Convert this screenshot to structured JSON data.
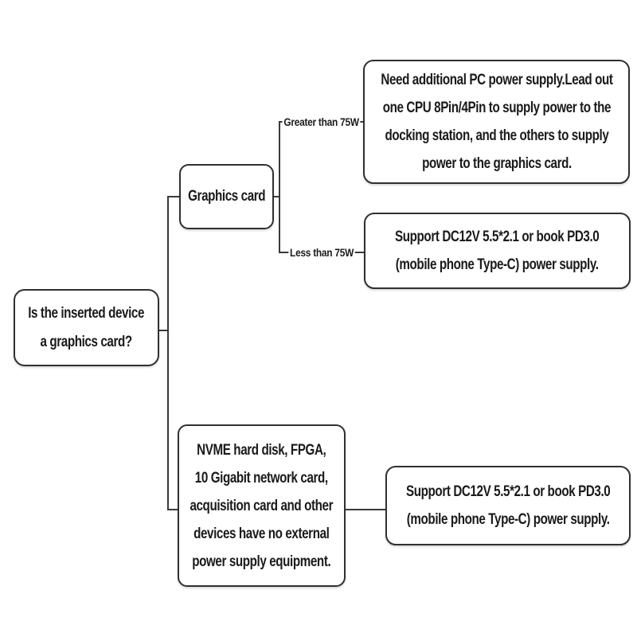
{
  "flowchart": {
    "root": {
      "label": "Is the inserted device\na graphics card?"
    },
    "graphics_card": {
      "label": "Graphics card"
    },
    "other_devices": {
      "label": "NVME hard disk, FPGA,\n10 Gigabit network card,\nacquisition card and other\ndevices have no external\npower supply equipment."
    },
    "edges": {
      "greater": {
        "label": "Greater than 75W"
      },
      "less": {
        "label": "Less than 75W"
      }
    },
    "outcomes": {
      "high_power": {
        "label": "Need additional PC power supply.Lead out\none CPU 8Pin/4Pin to supply power to the\ndocking station, and the others to supply\npower to the graphics card."
      },
      "low_power": {
        "label": "Support DC12V 5.5*2.1 or book PD3.0\n(mobile phone Type-C) power supply."
      },
      "no_external": {
        "label": "Support DC12V 5.5*2.1 or book PD3.0\n(mobile phone Type-C) power supply."
      }
    },
    "colors": {
      "background": "#ffffff",
      "border": "#303030",
      "line": "#3a3a3a",
      "text": "#1a1a1a"
    }
  }
}
